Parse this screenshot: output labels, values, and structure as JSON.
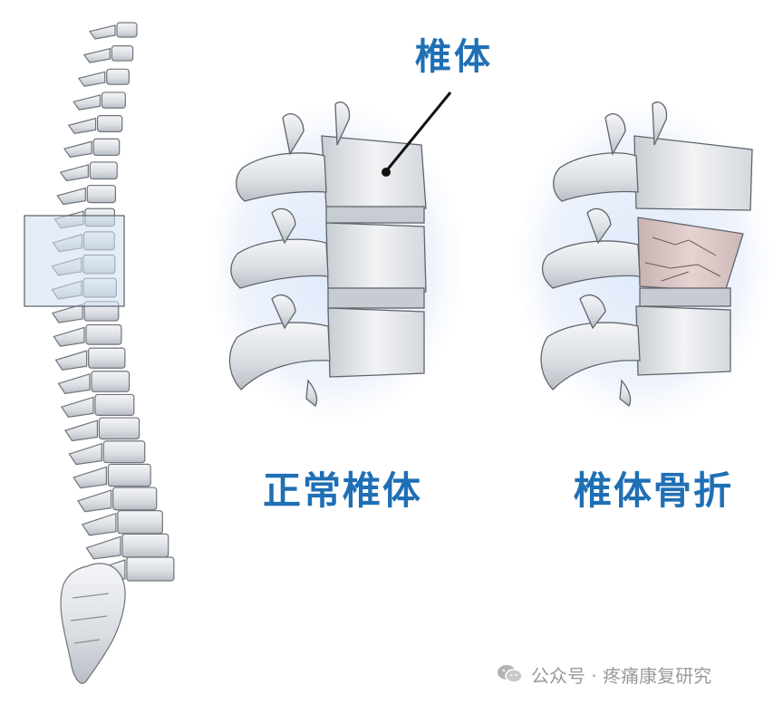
{
  "labels": {
    "pointer": "椎体",
    "normal": "正常椎体",
    "fracture": "椎体骨折"
  },
  "watermark": {
    "icon": "wechat-icon",
    "text": "公众号 · 疼痛康复研究"
  },
  "colors": {
    "label": "#1f6fb5",
    "bone": "#e9ecef",
    "bone_shadow": "#7b8087",
    "highlight_box": "#cfe0f3",
    "fracture_tint": "#d7c0c0"
  }
}
